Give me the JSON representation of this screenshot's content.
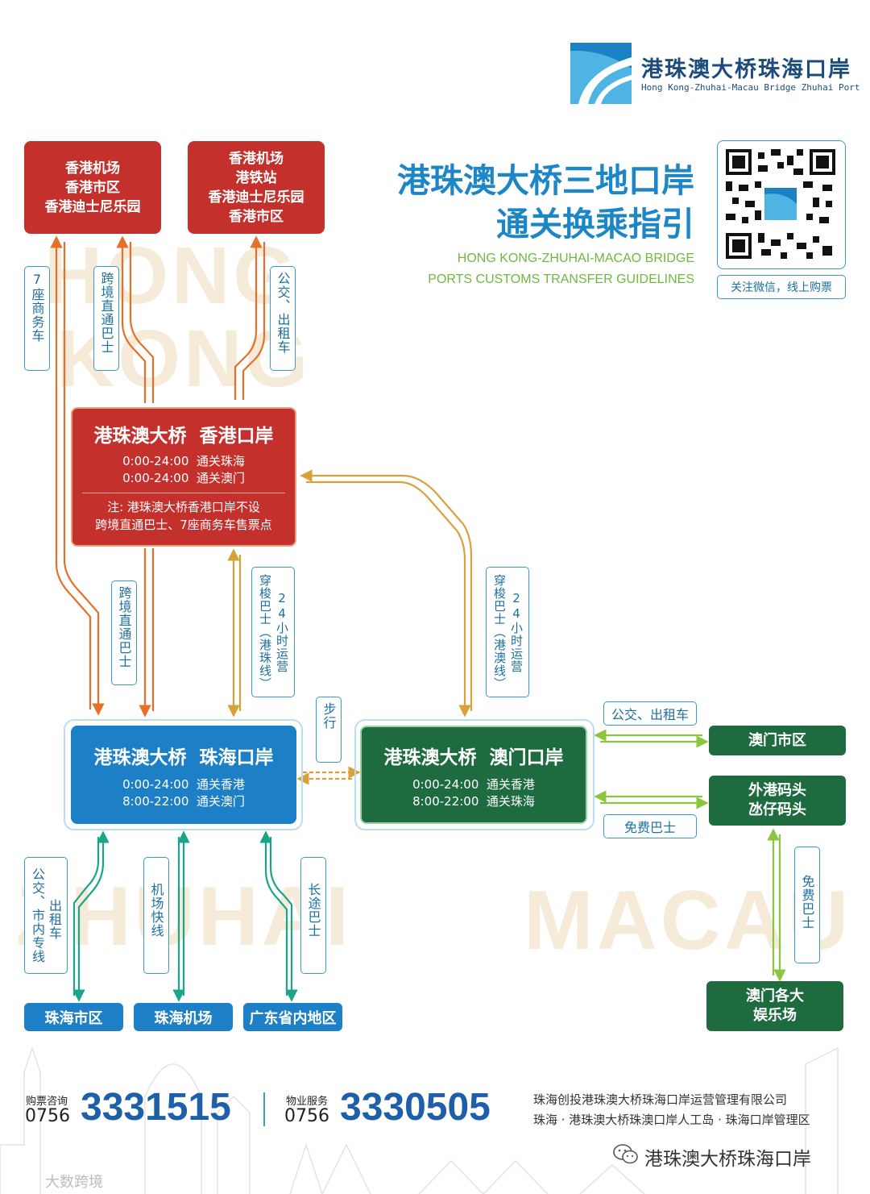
{
  "header": {
    "logo_cn": "港珠澳大桥珠海口岸",
    "logo_en": "Hong Kong-Zhuhai-Macau Bridge Zhuhai Port",
    "title_line1": "港珠澳大桥三地口岸",
    "title_line2": "通关换乘指引",
    "subtitle_line1": "HONG KONG-ZHUHAI-MACAO BRIDGE",
    "subtitle_line2": "PORTS CUSTOMS TRANSFER GUIDELINES",
    "qr_caption": "关注微信，线上购票"
  },
  "watermarks": {
    "hk1": "HONG",
    "hk2": "KONG",
    "zh": "ZHUHAI",
    "mo": "MACAU"
  },
  "hk_destinations": {
    "left": [
      "香港机场",
      "香港市区",
      "香港迪士尼乐园"
    ],
    "right": [
      "香港机场",
      "港铁站",
      "香港迪士尼乐园",
      "香港市区"
    ]
  },
  "hk_labels": {
    "seven_seat": "7座商务车",
    "cross_bus_top": "跨境直通巴士",
    "bus_taxi": "公交、出租车"
  },
  "hk_port": {
    "title": "港珠澳大桥  香港口岸",
    "hours1": "0:00-24:00  通关珠海",
    "hours2": "0:00-24:00  通关澳门",
    "note1": "注: 港珠澳大桥香港口岸不设",
    "note2": "跨境直通巴士、7座商务车售票点"
  },
  "mid_labels": {
    "cross_bus": "跨境直通巴士",
    "shuttle_zh_a": "穿梭巴士（港珠线）",
    "shuttle_zh_b": "24小时运营",
    "shuttle_mo_a": "穿梭巴士（港澳线）",
    "shuttle_mo_b": "24小时运营",
    "walk": "步行"
  },
  "zh_port": {
    "title": "港珠澳大桥  珠海口岸",
    "hours1": "0:00-24:00  通关香港",
    "hours2": "8:00-22:00  通关澳门"
  },
  "mo_port": {
    "title": "港珠澳大桥  澳门口岸",
    "hours1": "0:00-24:00  通关香港",
    "hours2": "8:00-22:00  通关珠海"
  },
  "macau": {
    "bus_taxi": "公交、出租车",
    "free_bus": "免费巴士",
    "city": "澳门市区",
    "pier1": "外港码头",
    "pier2": "氹仔码头",
    "free_bus_v": "免费巴士",
    "casino1": "澳门各大",
    "casino2": "娱乐场"
  },
  "zh_labels": {
    "bus_a": "公交、市内专线",
    "bus_b": "出租车",
    "airport": "机场快线",
    "longbus": "长途巴士"
  },
  "zh_destinations": [
    "珠海市区",
    "珠海机场",
    "广东省内地区"
  ],
  "footer": {
    "ticket_label": "购票咨询",
    "area1": "0756",
    "ticket_num": "3331515",
    "service_label": "物业服务",
    "area2": "0756",
    "service_num": "3330505",
    "company": "珠海创投港珠澳大桥珠海口岸运营管理有限公司",
    "address": "珠海 · 港珠澳大桥珠澳口岸人工岛 · 珠海口岸管理区",
    "wechat": "港珠澳大桥珠海口岸",
    "corner": "大数跨境"
  },
  "colors": {
    "red": "#c4302b",
    "blue": "#1d7fc5",
    "green": "#1d6b3f",
    "orange": "#e6702a",
    "teal": "#1aa58a",
    "lime": "#8cc63f",
    "gold": "#d9a13a"
  }
}
